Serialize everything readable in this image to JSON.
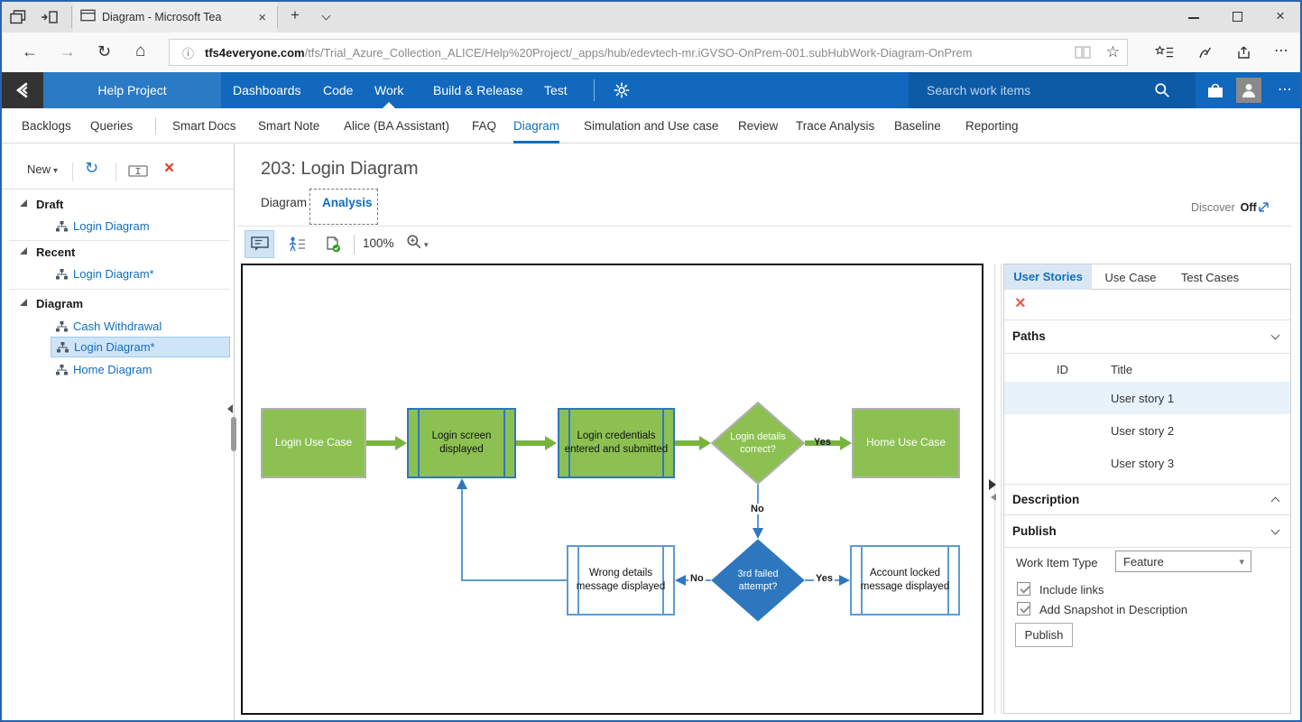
{
  "browser": {
    "tab_title": "Diagram - Microsoft Tea",
    "url_host": "tfs4everyone.com",
    "url_path": "/tfs/Trial_Azure_Collection_ALICE/Help%20Project/_apps/hub/edevtech-mr.iGVSO-OnPrem-001.subHubWork-Diagram-OnPrem"
  },
  "icons": {
    "back": "←",
    "forward": "→",
    "refresh": "↻",
    "home": "⌂",
    "star": "☆",
    "info": "ⓘ",
    "close": "×",
    "new_tab": "+",
    "ellipsis": "⋯",
    "dropdown": "▾"
  },
  "top_nav": {
    "project": "Help Project",
    "items": [
      "Dashboards",
      "Code",
      "Work",
      "Build & Release",
      "Test"
    ],
    "active_item": "Work",
    "search_placeholder": "Search work items"
  },
  "hub_nav": {
    "items": [
      "Backlogs",
      "Queries",
      "Smart Docs",
      "Smart Note",
      "Alice (BA Assistant)",
      "FAQ",
      "Diagram",
      "Simulation and Use case",
      "Review",
      "Trace Analysis",
      "Baseline",
      "Reporting"
    ],
    "active_item": "Diagram"
  },
  "sidebar": {
    "new_label": "New",
    "sections": [
      {
        "label": "Draft",
        "items": [
          {
            "label": "Login Diagram"
          }
        ]
      },
      {
        "label": "Recent",
        "items": [
          {
            "label": "Login Diagram*"
          }
        ]
      },
      {
        "label": "Diagram",
        "items": [
          {
            "label": "Cash Withdrawal"
          },
          {
            "label": "Login Diagram*",
            "selected": true
          },
          {
            "label": "Home Diagram"
          }
        ]
      }
    ]
  },
  "main": {
    "title": "203: Login Diagram",
    "tab_diagram": "Diagram",
    "tab_analysis": "Analysis",
    "active_tab": "Analysis",
    "zoom_level": "100%",
    "discover_label": "Discover",
    "discover_state": "Off"
  },
  "flowchart": {
    "nodes": [
      {
        "id": "login-use-case",
        "label": "Login Use Case",
        "type": "use-case-green"
      },
      {
        "id": "login-screen-displayed",
        "label": "Login screen displayed",
        "type": "process-green"
      },
      {
        "id": "login-credentials",
        "label": "Login credentials entered and submitted",
        "type": "process-green"
      },
      {
        "id": "login-details-correct",
        "label": "Login details correct?",
        "type": "decision-green"
      },
      {
        "id": "home-use-case",
        "label": "Home Use Case",
        "type": "use-case-green"
      },
      {
        "id": "wrong-details-message",
        "label": "Wrong details message displayed",
        "type": "process-white"
      },
      {
        "id": "third-failed-attempt",
        "label": "3rd failed attempt?",
        "type": "decision-blue"
      },
      {
        "id": "account-locked-message",
        "label": "Account locked message displayed",
        "type": "process-white"
      }
    ],
    "edge_labels": {
      "yes_top": "Yes",
      "no_down": "No",
      "no_left": "No",
      "yes_bottom": "Yes"
    },
    "colors": {
      "node_green": "#8cc152",
      "arrow_green": "#78b43d",
      "blue_dark": "#2e77be",
      "blue_light": "#5b9bd5"
    }
  },
  "right_panel": {
    "tabs": [
      "User Stories",
      "Use Case",
      "Test Cases"
    ],
    "active_tab": "User Stories",
    "paths_label": "Paths",
    "columns": {
      "id": "ID",
      "title": "Title"
    },
    "rows": [
      {
        "id": "",
        "title": "User story 1",
        "selected": true
      },
      {
        "id": "",
        "title": "User story 2",
        "selected": false
      },
      {
        "id": "",
        "title": "User story 3",
        "selected": false
      }
    ],
    "description_label": "Description",
    "publish_label": "Publish",
    "work_item_type_label": "Work Item Type",
    "work_item_type_value": "Feature",
    "include_links_label": "Include links",
    "include_links_checked": true,
    "add_snapshot_label": "Add Snapshot in Description",
    "add_snapshot_checked": true,
    "publish_button_label": "Publish"
  }
}
